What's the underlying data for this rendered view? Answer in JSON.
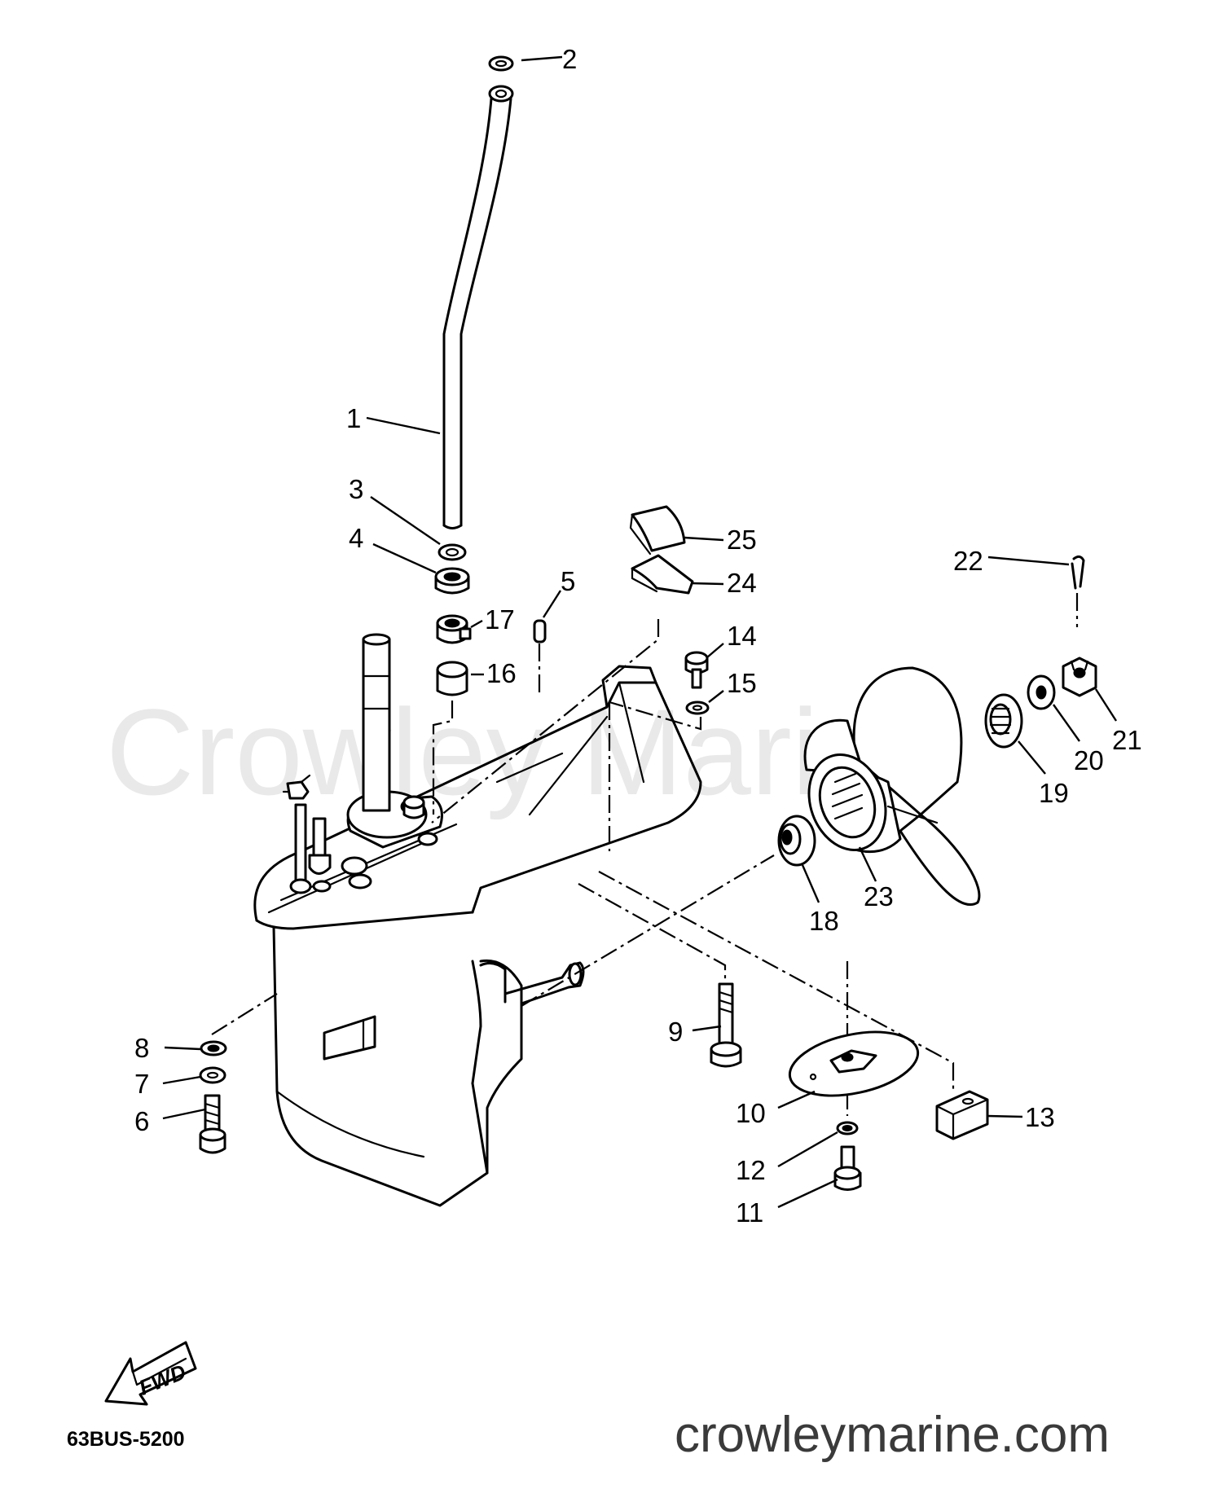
{
  "watermark": "Crowley Marine",
  "website": "crowleymarine.com",
  "diagram_code": "63BUS-5200",
  "direction_label": "FWD",
  "callouts": {
    "c1": "1",
    "c2": "2",
    "c3": "3",
    "c4": "4",
    "c5": "5",
    "c6": "6",
    "c7": "7",
    "c8": "8",
    "c9": "9",
    "c10": "10",
    "c11": "11",
    "c12": "12",
    "c13": "13",
    "c14": "14",
    "c15": "15",
    "c16": "16",
    "c17": "17",
    "c18": "18",
    "c19": "19",
    "c20": "20",
    "c21": "21",
    "c22": "22",
    "c23": "23",
    "c24": "24",
    "c25": "25"
  }
}
